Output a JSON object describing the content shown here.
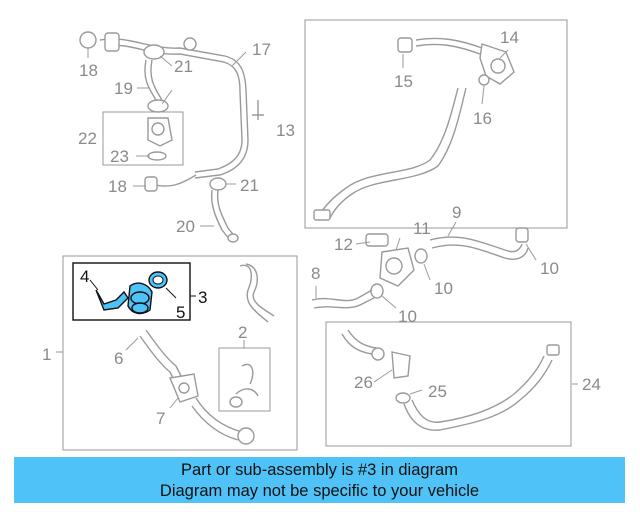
{
  "callouts": {
    "c1": "1",
    "c2": "2",
    "c3": "3",
    "c4": "4",
    "c5": "5",
    "c6": "6",
    "c7": "7",
    "c8": "8",
    "c9": "9",
    "c10a": "10",
    "c10b": "10",
    "c10c": "10",
    "c11": "11",
    "c12": "12",
    "c13": "13",
    "c14": "14",
    "c15": "15",
    "c16": "16",
    "c17": "17",
    "c18a": "18",
    "c18b": "18",
    "c19": "19",
    "c20": "20",
    "c21a": "21",
    "c21b": "21",
    "c22": "22",
    "c23": "23",
    "c24": "24",
    "c25": "25",
    "c26": "26"
  },
  "highlight": {
    "part_number": "3",
    "color": "#4fc3f7"
  },
  "banner": {
    "line1": "Part or sub-assembly is #3 in diagram",
    "line2": "Diagram may not be specific to your vehicle",
    "background": "#4fc3f7"
  }
}
